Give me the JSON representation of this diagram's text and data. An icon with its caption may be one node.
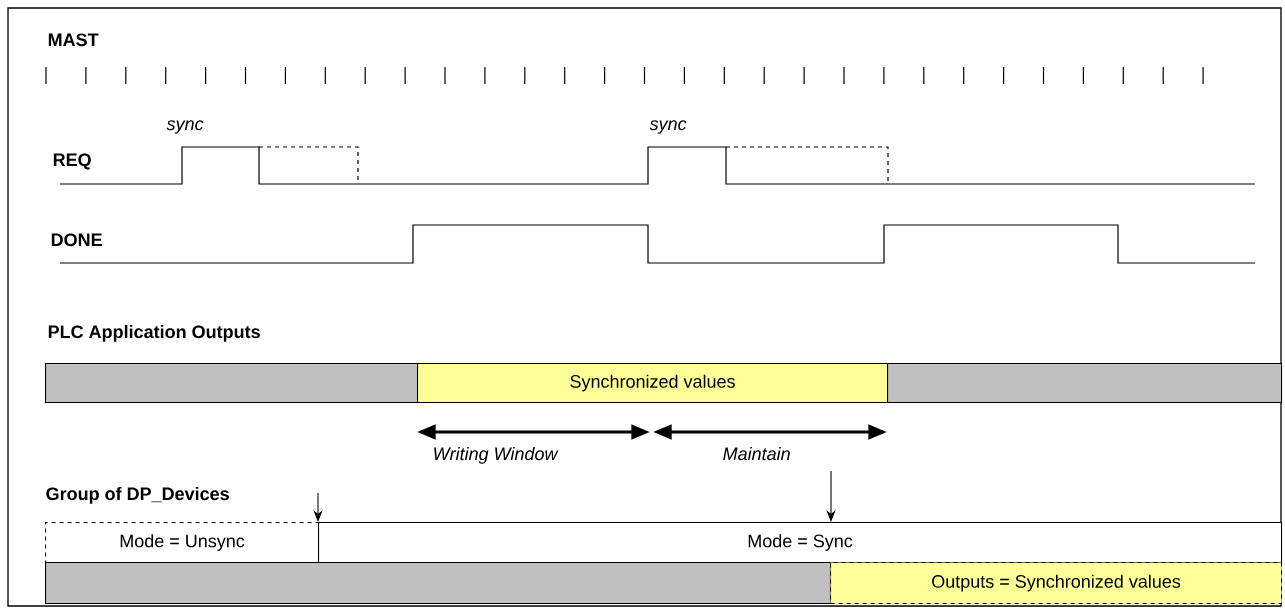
{
  "diagram": {
    "nodes": [
      {
        "text": [],
        "shape": "bar"
      },
      {
        "text": [
          "Synchronized  values"
        ]
      },
      {
        "text": [],
        "shape": "bar"
      },
      {
        "text": [
          "Mode = Unsync"
        ]
      },
      {
        "text": [
          "Mode = Sync"
        ]
      },
      {
        "text": [],
        "shape": "bar"
      },
      {
        "text": [
          "Outputs = Synchronized values"
        ]
      }
    ],
    "edges": [
      {
        "from": null,
        "to": 4,
        "arrow": "to"
      },
      {
        "from": null,
        "to": 4,
        "arrow": "to"
      }
    ],
    "labels": [
      "MAST",
      "sync",
      "REQ",
      "sync",
      "DONE",
      "PLC Application Outputs",
      "Writing Window",
      "Maintain",
      "Group of DP_Devices"
    ]
  }
}
